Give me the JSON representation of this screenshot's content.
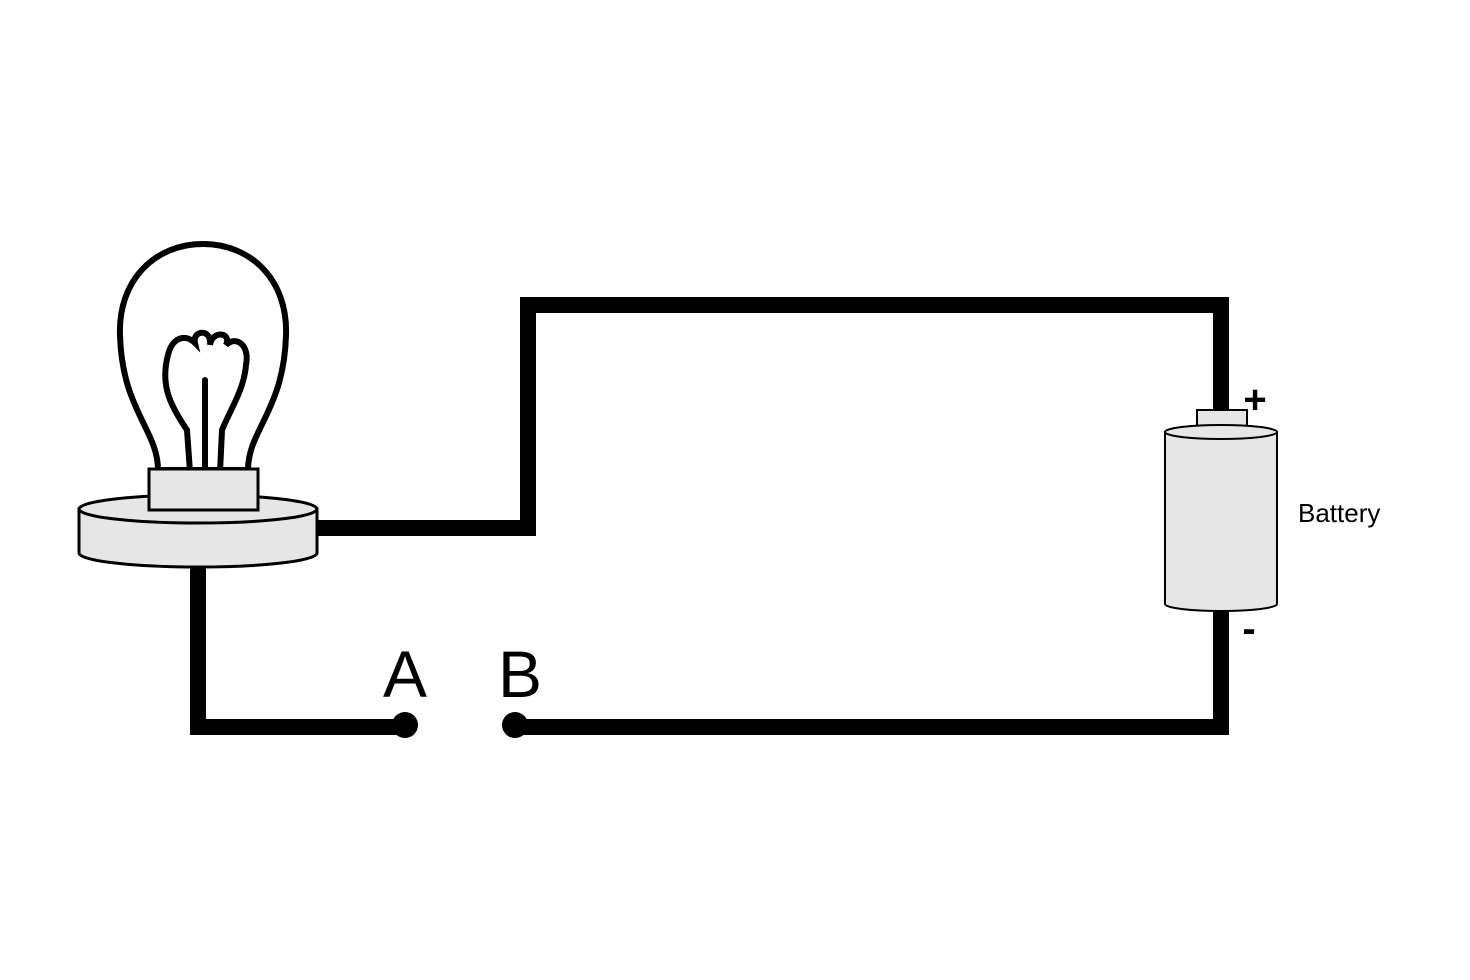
{
  "diagram": {
    "terminal_a": "A",
    "terminal_b": "B",
    "battery_label": "Battery",
    "battery_positive": "+",
    "battery_negative": "-"
  },
  "colors": {
    "wire": "#000000",
    "component_fill": "#e6e6e6",
    "background": "#ffffff"
  },
  "icons": {
    "bulb": "light-bulb-icon",
    "battery": "battery-icon"
  }
}
